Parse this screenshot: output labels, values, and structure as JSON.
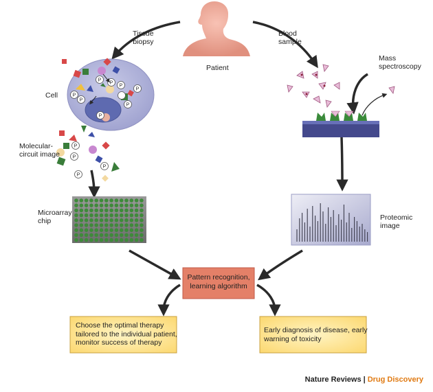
{
  "labels": {
    "tissue_biopsy": "Tissue\nbiopsy",
    "blood_sample": "Blood\nsample",
    "patient": "Patient",
    "mass_spectroscopy": "Mass\nspectroscopy",
    "cell": "Cell",
    "molecular_circuit_image": "Molecular-\ncircuit image",
    "microarray_chip": "Microarray\nchip",
    "proteomic_image": "Proteomic\nimage",
    "phospho": "P"
  },
  "boxes": {
    "pattern_recognition": "Pattern recognition,\nlearning algorithm",
    "therapy": "Choose the optimal therapy\ntailored to the individual patient,\nmonitor success of therapy",
    "diagnosis": "Early diagnosis of disease, early\nwarning of toxicity"
  },
  "footer": {
    "brand": "Nature Reviews",
    "separator": "|",
    "journal": "Drug Discovery"
  },
  "colors": {
    "arrow": "#2a2a2a",
    "skin": "#f0a898",
    "cell": "#b4b6dc",
    "chip_dot": "#3e8a3a",
    "pattern_box": "#e48068",
    "result_box": "#fde48a",
    "journal": "#e07a12"
  },
  "icons": [
    "patient-silhouette",
    "cell-illustration",
    "microarray-chip",
    "proteomic-spectrum",
    "protein-chip",
    "peptide-triangles"
  ]
}
